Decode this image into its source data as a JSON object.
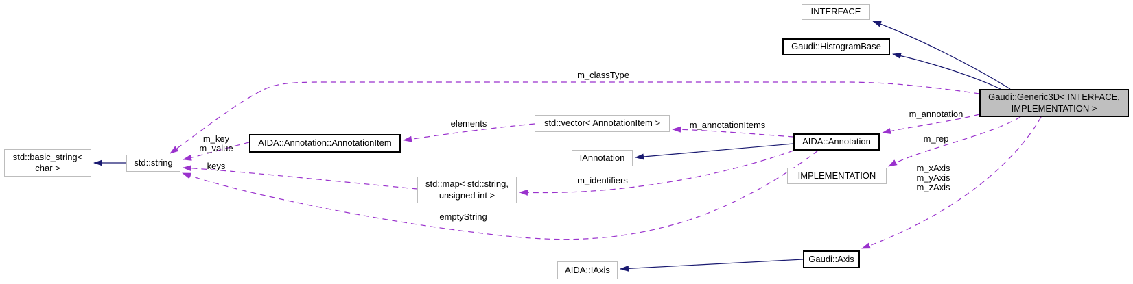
{
  "nodes": {
    "interface": {
      "label": "INTERFACE"
    },
    "histogram_base": {
      "label": "Gaudi::HistogramBase"
    },
    "generic3d": {
      "line1": "Gaudi::Generic3D< INTERFACE,",
      "line2": "IMPLEMENTATION >"
    },
    "basic_string": {
      "line1": "std::basic_string<",
      "line2": "char >"
    },
    "string": {
      "label": "std::string"
    },
    "annotation_item": {
      "label": "AIDA::Annotation::AnnotationItem"
    },
    "vector": {
      "label": "std::vector< AnnotationItem >"
    },
    "iannotation": {
      "label": "IAnnotation"
    },
    "annotation": {
      "label": "AIDA::Annotation"
    },
    "implementation": {
      "label": "IMPLEMENTATION"
    },
    "map": {
      "line1": "std::map< std::string,",
      "line2": "unsigned int >"
    },
    "iaxis": {
      "label": "AIDA::IAxis"
    },
    "axis": {
      "label": "Gaudi::Axis"
    }
  },
  "edge_labels": {
    "m_classType": "m_classType",
    "m_key": "m_key",
    "m_value": "m_value",
    "keys": "keys",
    "elements": "elements",
    "m_annotationItems": "m_annotationItems",
    "m_identifiers": "m_identifiers",
    "emptyString": "emptyString",
    "m_annotation": "m_annotation",
    "m_rep": "m_rep",
    "m_xAxis": "m_xAxis",
    "m_yAxis": "m_yAxis",
    "m_zAxis": "m_zAxis"
  },
  "colors": {
    "inheritance_edge": "#191970",
    "usage_edge": "#9a32cd",
    "main_node_fill": "#bfbfbf",
    "linked_node_border": "#000000",
    "plain_node_border": "#bdbdbd"
  }
}
